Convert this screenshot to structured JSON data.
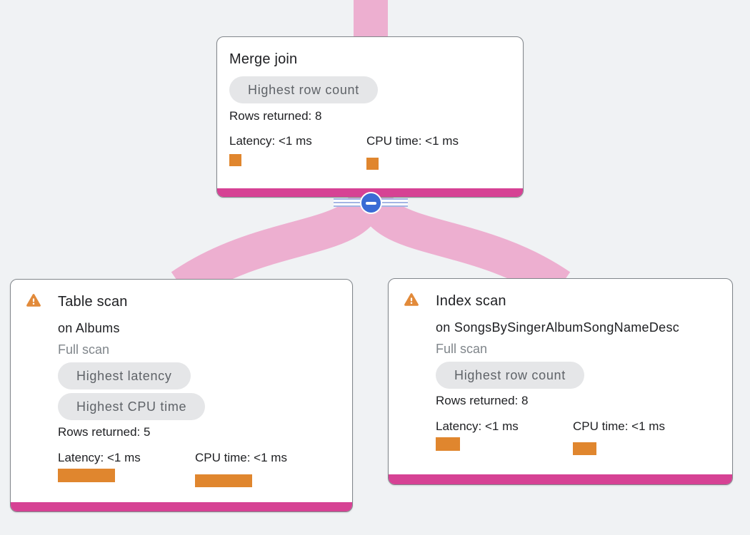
{
  "app": {
    "view": "query-execution-plan"
  },
  "colors": {
    "background": "#F0F2F4",
    "edge_pink": "#EDAFD0",
    "node_accent_magenta": "#D64294",
    "metric_bar_orange": "#E0862E",
    "warning_orange": "#E28A3A",
    "badge_bg": "#E5E6E8",
    "badge_text": "#5F6368",
    "collapse_button_blue": "#3A6BD5",
    "collapse_stripe_blue": "#A4B5E4",
    "card_border": "#82878C",
    "title_text": "#202124",
    "muted_text": "#80868B"
  },
  "tree": {
    "root": "merge-join",
    "edges": [
      {
        "from": "merge-join",
        "to": "table-scan"
      },
      {
        "from": "merge-join",
        "to": "index-scan"
      }
    ]
  },
  "collapse_control": {
    "state": "expanded",
    "icon": "minus"
  },
  "nodes": [
    {
      "id": "merge-join",
      "title": "Merge join",
      "warning": false,
      "badges": [
        "Highest row count"
      ],
      "rows_label": "Rows returned: 8",
      "latency": {
        "label": "Latency: <1 ms",
        "bar_style": "width:17px;height:17px;margin-top:8px"
      },
      "cpu": {
        "label": "CPU time: <1 ms",
        "bar_style": "width:17px;height:17px;margin-top:13px"
      }
    },
    {
      "id": "table-scan",
      "title": "Table scan",
      "warning": true,
      "subtitle": "on Albums",
      "scan_type": "Full scan",
      "badges": [
        "Highest latency",
        "Highest CPU time"
      ],
      "rows_label": "Rows returned: 5",
      "latency": {
        "label": "Latency: <1 ms",
        "bar_style": "width:80px;height:19px;margin-top:5px"
      },
      "cpu": {
        "label": "CPU time: <1 ms",
        "bar_style": "width:80px;height:18px;margin-top:13px"
      }
    },
    {
      "id": "index-scan",
      "title": "Index scan",
      "warning": true,
      "subtitle": "on SongsBySingerAlbumSongNameDesc",
      "scan_type": "Full scan",
      "badges": [
        "Highest row count"
      ],
      "rows_label": "Rows returned: 8",
      "latency": {
        "label": "Latency: <1 ms",
        "bar_style": "width:34px;height:19px;margin-top:5px"
      },
      "cpu": {
        "label": "CPU time: <1 ms",
        "bar_style": "width:33px;height:18px;margin-top:12px"
      }
    }
  ]
}
